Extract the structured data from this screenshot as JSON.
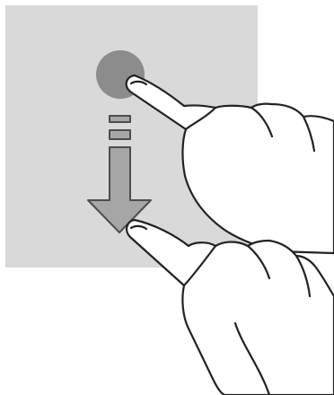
{
  "illustration": {
    "gesture": "drag-down",
    "icons": {
      "screen": "touchscreen-panel",
      "touch_point": "touch-point-circle",
      "direction": "arrow-down-icon",
      "start_hand": "pointing-hand-icon",
      "end_hand": "pointing-hand-icon"
    },
    "colors": {
      "screen": "#d9d9d9",
      "touch_point": "#8c8c8c",
      "arrow_fill": "#a6a6a6",
      "arrow_stroke": "#4d4d4d",
      "hand_fill": "#ffffff",
      "hand_stroke": "#222222",
      "background": "#ffffff"
    }
  }
}
